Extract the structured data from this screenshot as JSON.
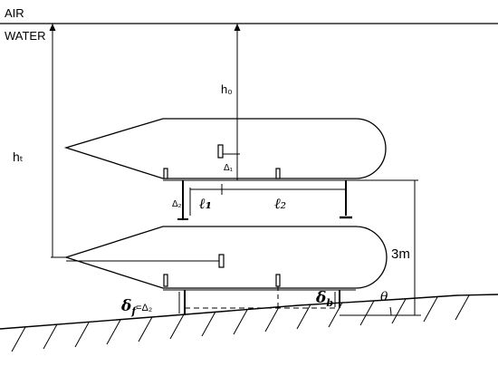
{
  "labels": {
    "air": "AIR",
    "water": "WATER",
    "h0": "h₀",
    "ht": "hₜ",
    "delta1": "Δ₁",
    "delta2": "Δ₂",
    "l1": "ℓ₁",
    "l2": "ℓ₂",
    "height_3m": "3m",
    "delta_f_symbol": "δ",
    "delta_f_sub": "f",
    "delta_f_eq": "=Δ₂",
    "delta_b_symbol": "δ",
    "delta_b_sub": "b",
    "theta": "θ"
  },
  "colors": {
    "line": "#000000",
    "background": "#ffffff"
  }
}
